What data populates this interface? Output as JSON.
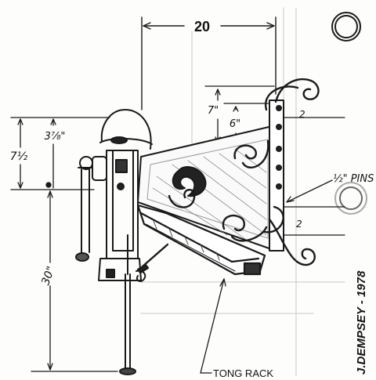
{
  "drawing": {
    "dim_top": "20",
    "dim_upper": "7\"",
    "dim_upper_inner": "6\"",
    "dim_left_top": "3⅞\"",
    "dim_left": "7½",
    "dim_left_long": "30\"",
    "marker_upper": "2",
    "marker_lower": "2",
    "pins_label": "½\" PINS",
    "tong_rack_label": "TONG RACK",
    "signature": "J.DEMPSEY - 1978"
  }
}
